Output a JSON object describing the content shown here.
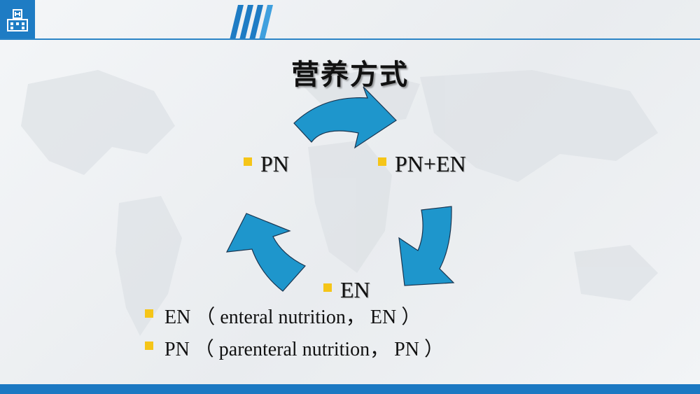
{
  "slide": {
    "title": "营养方式",
    "nodes": {
      "pn": "PN",
      "pn_en": "PN+EN",
      "en": "EN"
    },
    "definitions": [
      "EN （ enteral nutrition， EN ）",
      "PN （ parenteral nutrition， PN ）"
    ]
  },
  "colors": {
    "arrow_fill": "#1e96cc",
    "bullet": "#f5c518",
    "brand_blue": "#1e7cc4"
  },
  "icons": {
    "logo": "hospital-icon"
  }
}
